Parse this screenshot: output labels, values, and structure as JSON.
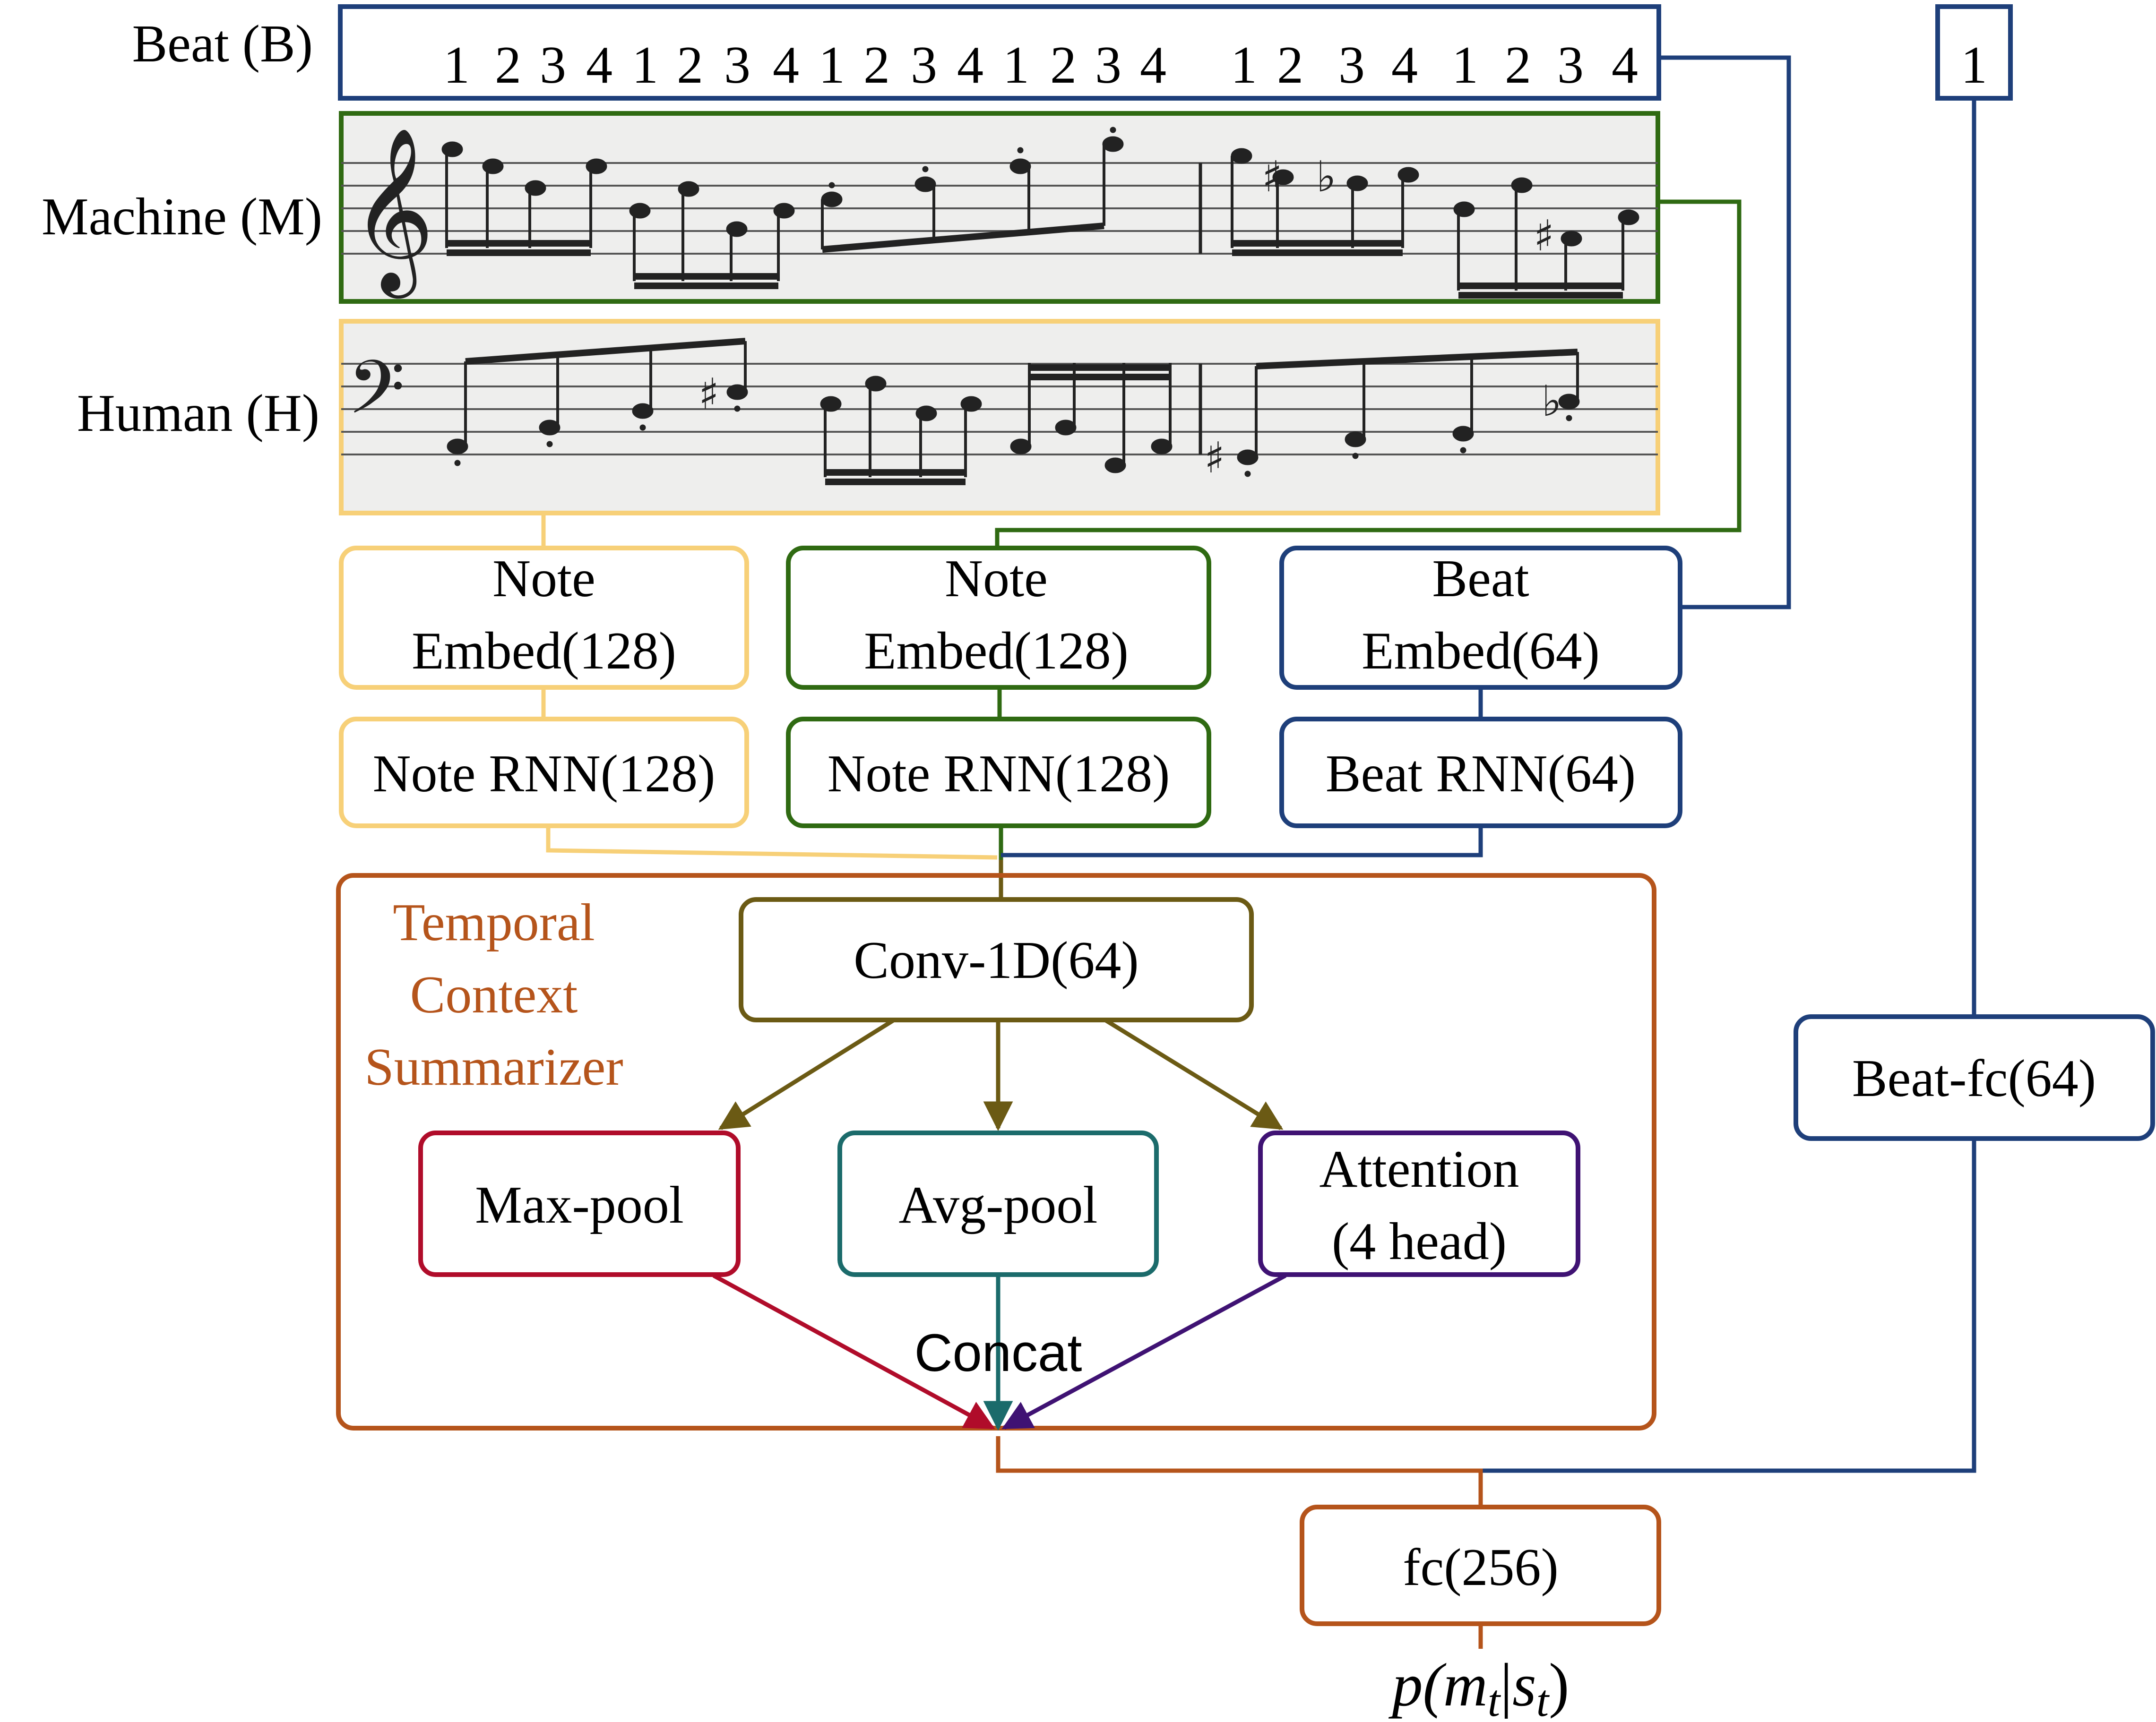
{
  "colors": {
    "blue": "#1e3f7a",
    "green": "#2f6a12",
    "yellow": "#f7d078",
    "orange": "#b5541b",
    "olive": "#6b5a14",
    "red": "#b00c2a",
    "teal": "#1b6b6b",
    "purple": "#3f1273",
    "staff_bg": "#eeeeed"
  },
  "rows": {
    "beat": "Beat (B)",
    "machine": "Machine (M)",
    "human": "Human (H)"
  },
  "beat_sequence": [
    "1",
    "2",
    "3",
    "4",
    "1",
    "2",
    "3",
    "4",
    "1",
    "2",
    "3",
    "4",
    "1",
    "2",
    "3",
    "4",
    "1",
    "2",
    "3",
    "4",
    "1",
    "2",
    "3",
    "4"
  ],
  "current_beat": "1",
  "blocks": {
    "note_embed_h": [
      "Note",
      "Embed(128)"
    ],
    "note_embed_m": [
      "Note",
      "Embed(128)"
    ],
    "beat_embed": [
      "Beat",
      "Embed(64)"
    ],
    "note_rnn_h": "Note RNN(128)",
    "note_rnn_m": "Note RNN(128)",
    "beat_rnn": "Beat RNN(64)",
    "summarizer": [
      "Temporal",
      "Context",
      "Summarizer"
    ],
    "conv": "Conv-1D(64)",
    "maxpool": "Max-pool",
    "avgpool": "Avg-pool",
    "attention": [
      "Attention",
      "(4 head)"
    ],
    "concat": "Concat",
    "beat_fc": "Beat-fc(64)",
    "fc": "fc(256)",
    "output": [
      "p(",
      "m",
      "t",
      "|",
      "s",
      "t",
      ")"
    ]
  }
}
